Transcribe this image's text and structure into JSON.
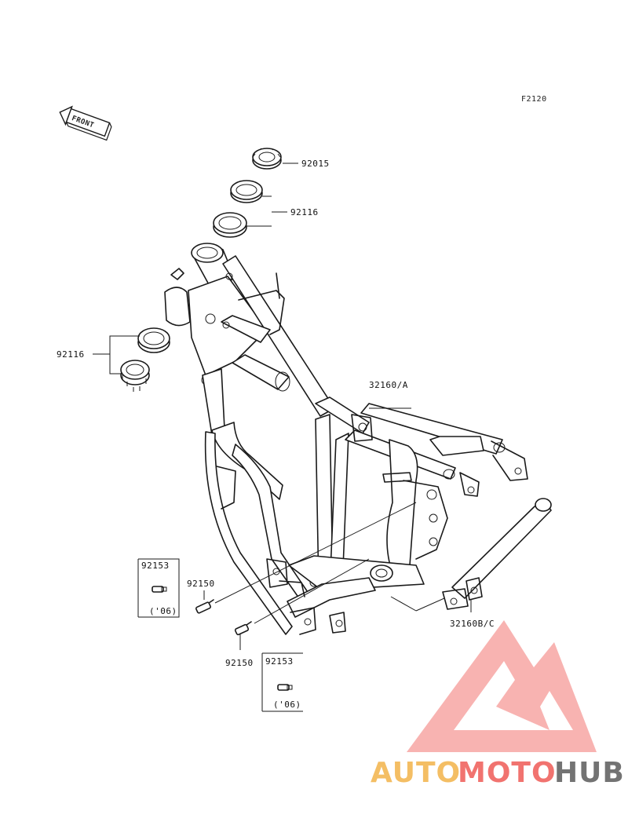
{
  "figure_code": "F2120",
  "front_arrow": {
    "label": "FRONT"
  },
  "callouts": {
    "steering_nut": "92015",
    "upper_bearing": "92116",
    "lower_bearing": "92116",
    "frame_upper": "32160/A",
    "subframe_lower": "32160B/C",
    "bolt_left": "92150",
    "bolt_bottom": "92150",
    "bolt_box_left": {
      "part": "92153",
      "note": "('06)"
    },
    "bolt_box_bottom": {
      "part": "92153",
      "note": "('06)"
    }
  },
  "watermark": {
    "words": [
      "AUTO",
      "MOTO",
      "HUB"
    ],
    "colors": {
      "auto": "#f3b34a",
      "moto": "#ef5b57",
      "hub": "#5b5b5b",
      "triangle": "#ef5b57"
    }
  }
}
